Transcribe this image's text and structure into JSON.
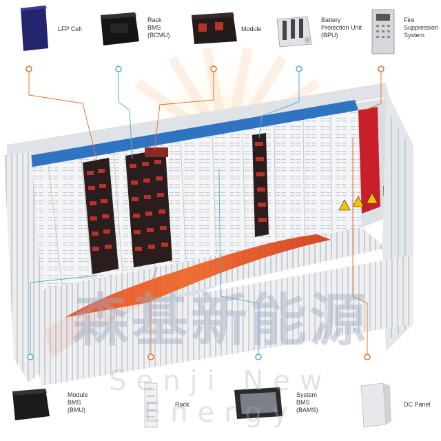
{
  "diagram": {
    "components_top": [
      {
        "name": "lfp-cell",
        "label_lines": [
          "LFP Cell"
        ]
      },
      {
        "name": "rack-bms",
        "label_lines": [
          "Rack",
          "BMS",
          "(BCMU)"
        ]
      },
      {
        "name": "module",
        "label_lines": [
          "Module"
        ]
      },
      {
        "name": "bpu",
        "label_lines": [
          "Battery",
          "Protection Unit",
          "(BPU)"
        ]
      },
      {
        "name": "fire-suppression",
        "label_lines": [
          "Fire",
          "Suppression",
          "System"
        ]
      }
    ],
    "components_bottom": [
      {
        "name": "module-bms",
        "label_lines": [
          "Module",
          "BMS",
          "(BMU)"
        ]
      },
      {
        "name": "rack",
        "label_lines": [
          "Rack"
        ]
      },
      {
        "name": "system-bms",
        "label_lines": [
          "System",
          "BMS",
          "(BAMS)"
        ]
      },
      {
        "name": "dc-panel",
        "label_lines": [
          "DC Panel"
        ]
      }
    ],
    "colors": {
      "connector_orange": "#e8742c",
      "connector_blue": "#5aaed0",
      "container_roof_blue": "#2f74c0",
      "fire_red": "#c8202a",
      "heat_orange": "#e85020"
    },
    "watermark": {
      "chinese": "森基新能源",
      "english": "Senji New Energy"
    }
  }
}
